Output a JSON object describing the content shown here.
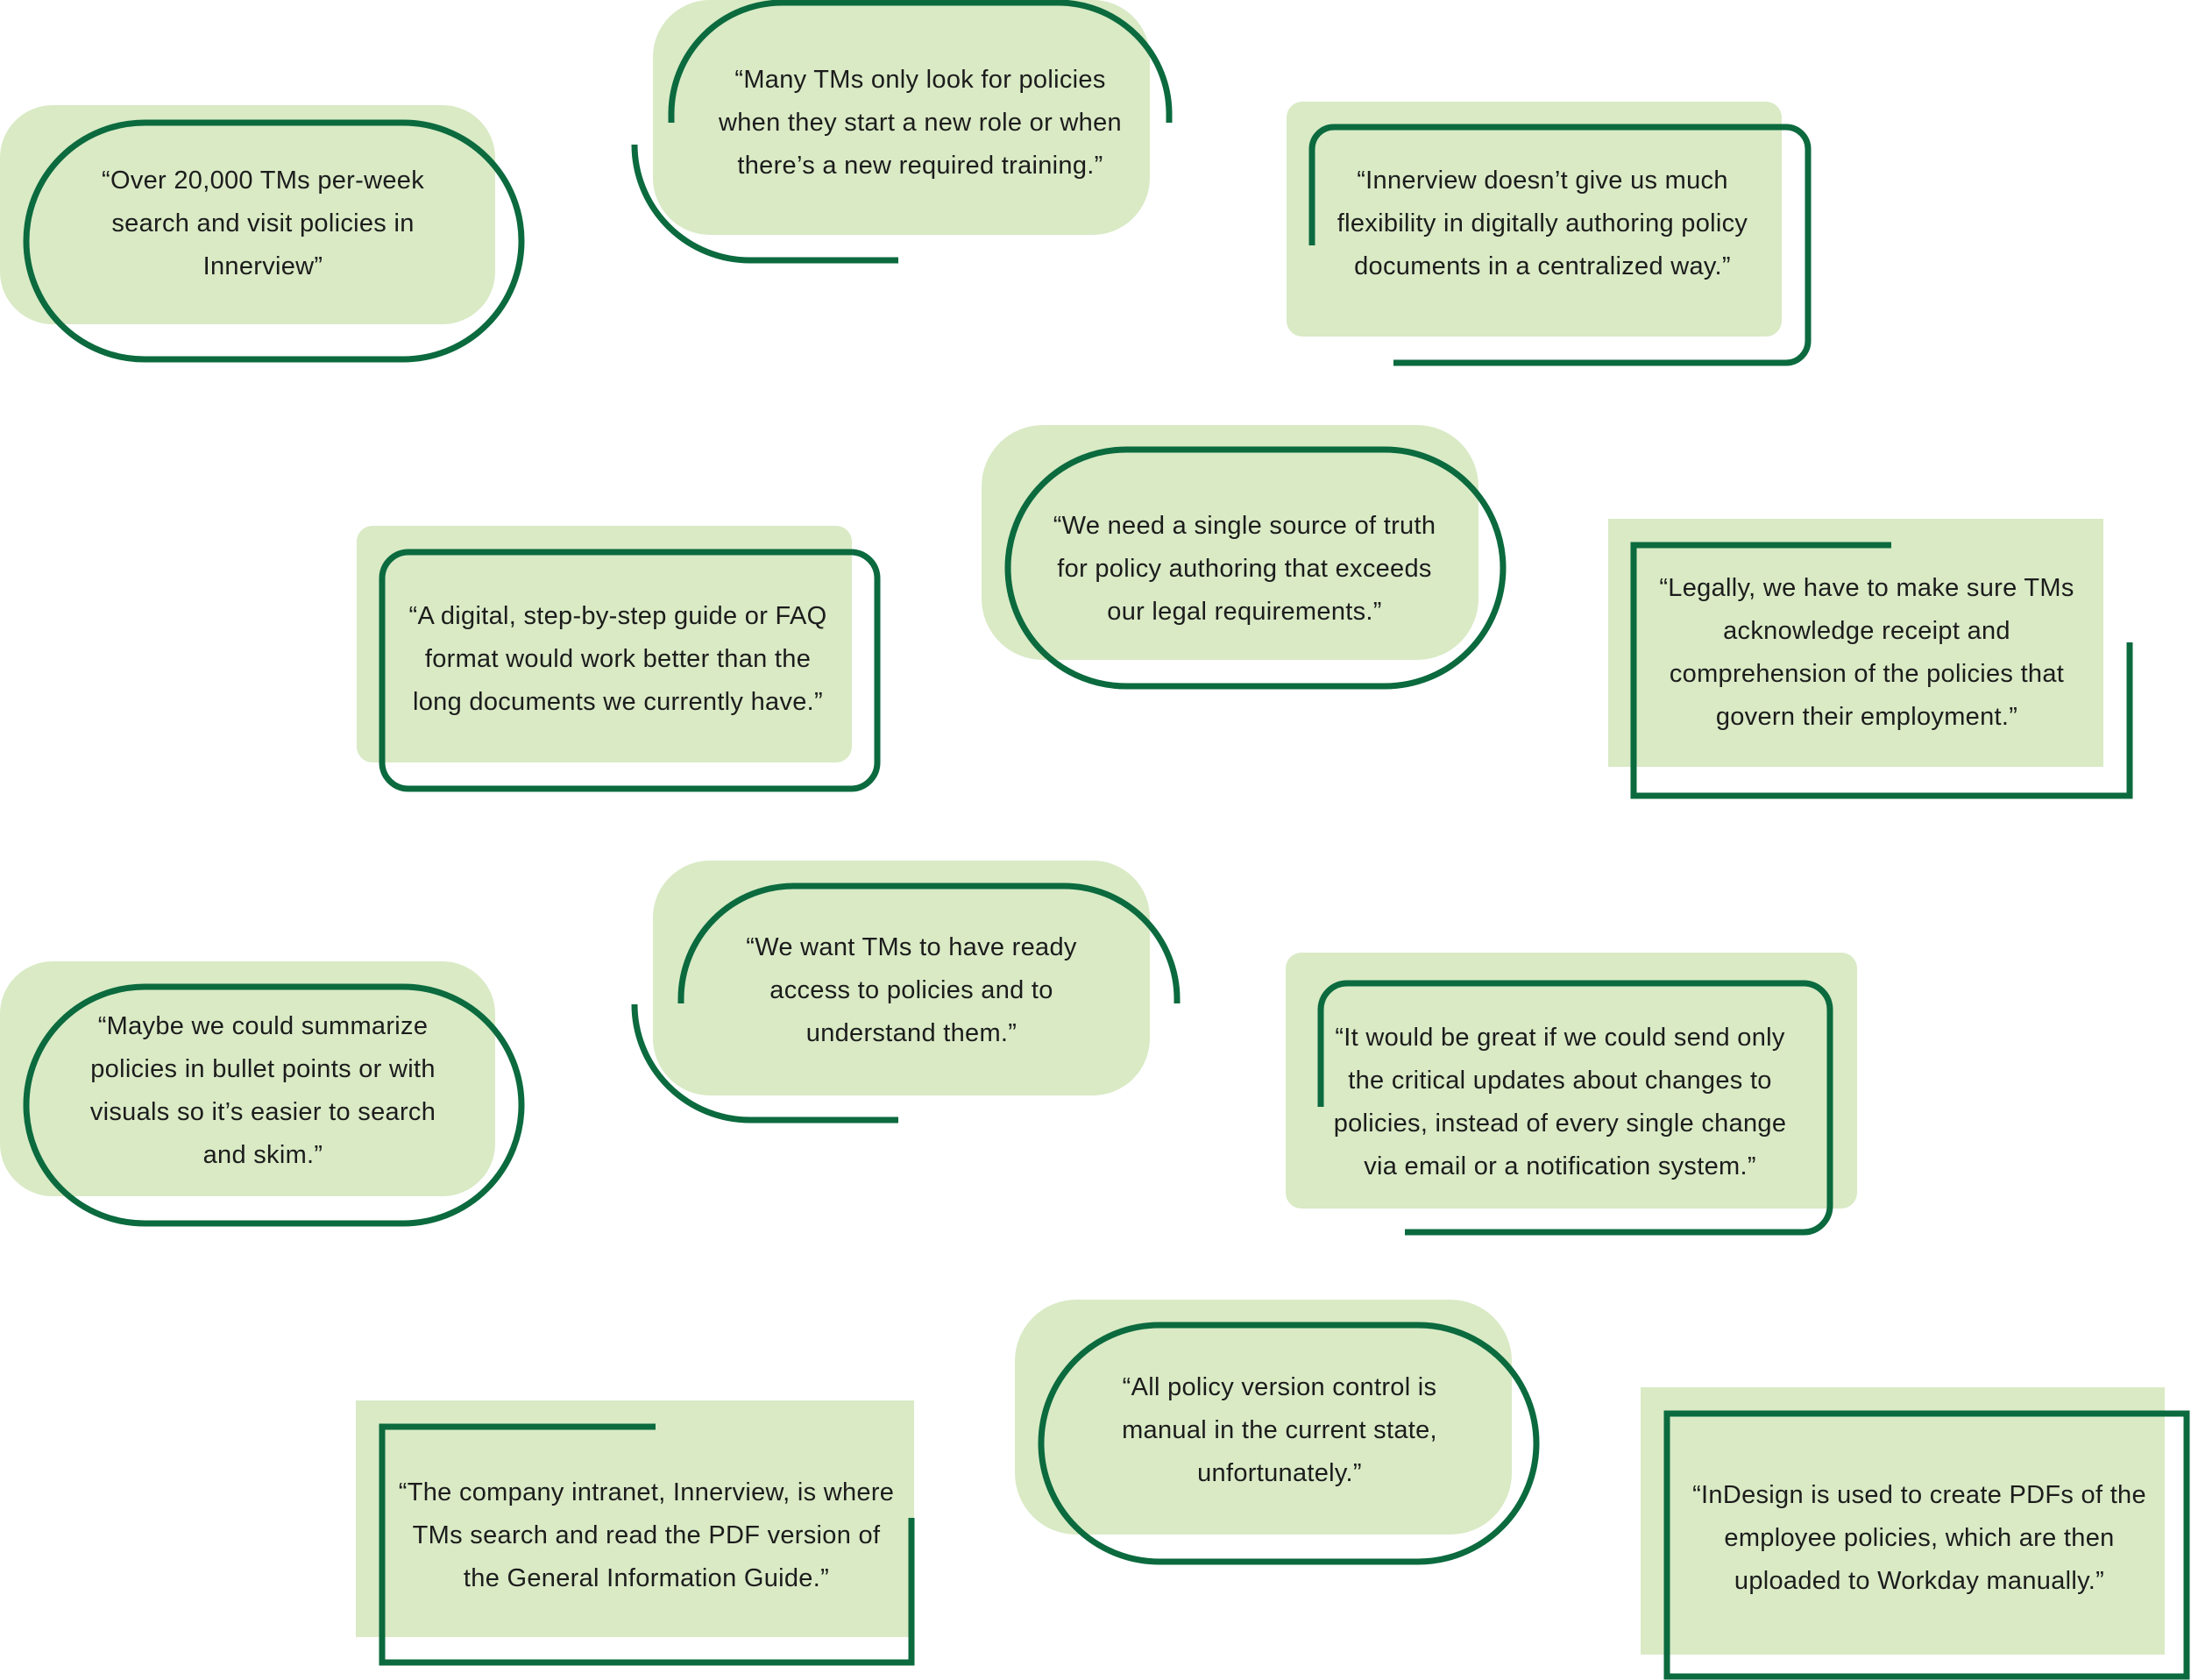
{
  "colors": {
    "fill": "#d9eac5",
    "stroke": "#0b6a3e",
    "text": "#1c1c1c",
    "background": "#ffffff"
  },
  "quotes": [
    {
      "id": "tms-search-volume",
      "text": "“Over 20,000 TMs per-week search and visit policies in Innerview”"
    },
    {
      "id": "new-role-training",
      "text": "“Many TMs only look for policies when they start a new role or when there’s a new required training.”"
    },
    {
      "id": "authoring-flexibility",
      "text": "“Innerview doesn’t give us much flexibility in digitally authoring policy documents in a centralized way.”"
    },
    {
      "id": "step-by-step-guide",
      "text": "“A digital, step-by-step guide or FAQ format would work better than the long documents we currently have.”"
    },
    {
      "id": "single-source-of-truth",
      "text": "“We need a single source of truth for policy authoring that exceeds our legal requirements.”"
    },
    {
      "id": "legal-acknowledgement",
      "text": "“Legally, we have to make sure TMs acknowledge receipt and comprehension of the policies that govern their employment.”"
    },
    {
      "id": "summarize-policies",
      "text": "“Maybe we could summarize policies in bullet points or with visuals so it’s easier to search and skim.”"
    },
    {
      "id": "ready-access",
      "text": "“We want TMs to have ready access to policies and to understand them.”"
    },
    {
      "id": "critical-updates",
      "text": "“It would be great if we could send only the critical updates about changes to policies, instead of every single change via email or a notification system.”"
    },
    {
      "id": "company-intranet",
      "text": "“The company intranet, Innerview, is where TMs search and read the PDF version of the General Information Guide.”"
    },
    {
      "id": "manual-version-control",
      "text": "“All policy version control is manual in the current state, unfortunately.”"
    },
    {
      "id": "indesign-workday",
      "text": "“InDesign is used to create PDFs of the employee policies, which are then uploaded to Workday manually.”"
    }
  ]
}
